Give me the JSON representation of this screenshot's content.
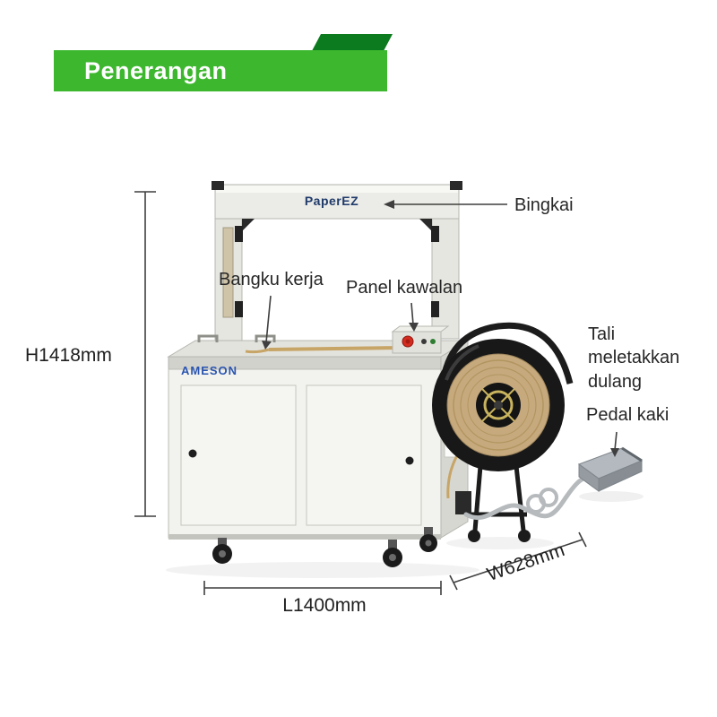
{
  "colors": {
    "banner_green": "#3cb72e",
    "banner_dark_green": "#0c7a1e",
    "brand_blue": "#2a55b0",
    "model_navy": "#1f3a6a",
    "text": "#262626"
  },
  "header": {
    "title": "Penerangan"
  },
  "machine": {
    "model_label": "PaperEZ",
    "brand_label": "AMESON"
  },
  "annotations": {
    "frame": "Bingkai",
    "workbench": "Bangku kerja",
    "control_panel": "Panel kawalan",
    "strap_tray": "Tali meletakkan dulang",
    "foot_pedal": "Pedal kaki"
  },
  "dimensions": {
    "height": "H1418mm",
    "length": "L1400mm",
    "width": "W628mm"
  }
}
